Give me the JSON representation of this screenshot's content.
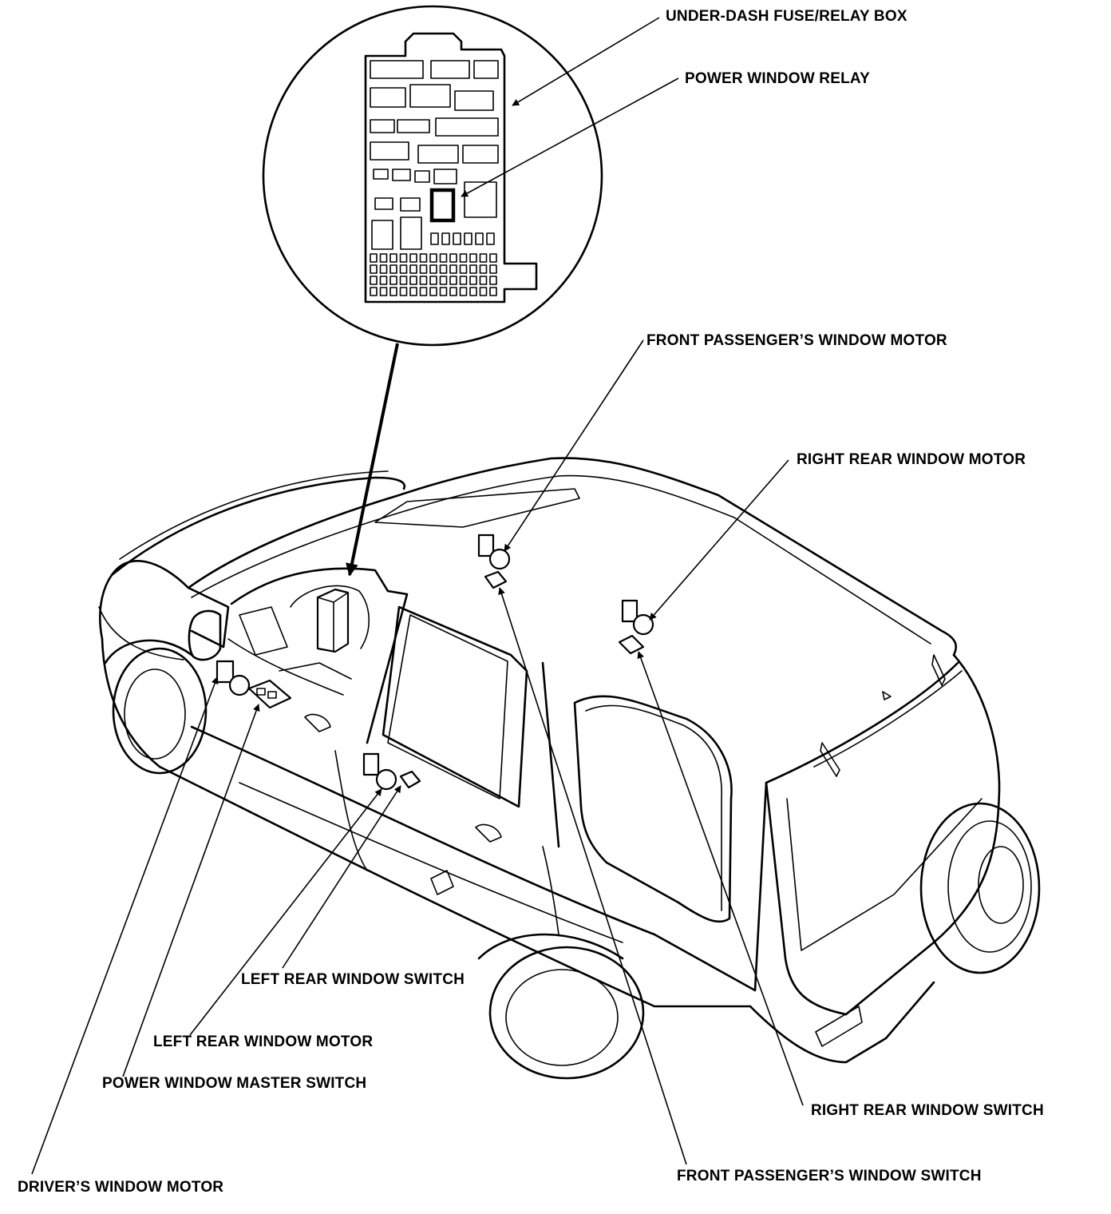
{
  "labels": {
    "fuse_relay_box": "UNDER-DASH FUSE/RELAY BOX",
    "power_window_relay": "POWER WINDOW RELAY",
    "front_passenger_motor": "FRONT PASSENGER’S WINDOW MOTOR",
    "right_rear_motor": "RIGHT REAR WINDOW MOTOR",
    "left_rear_switch": "LEFT REAR WINDOW SWITCH",
    "left_rear_motor": "LEFT REAR WINDOW MOTOR",
    "master_switch": "POWER WINDOW MASTER SWITCH",
    "right_rear_switch": "RIGHT REAR WINDOW SWITCH",
    "front_passenger_switch": "FRONT PASSENGER’S WINDOW SWITCH",
    "driver_motor": "DRIVER’S WINDOW MOTOR"
  },
  "colors": {
    "ink": "#000000",
    "paper": "#ffffff"
  }
}
